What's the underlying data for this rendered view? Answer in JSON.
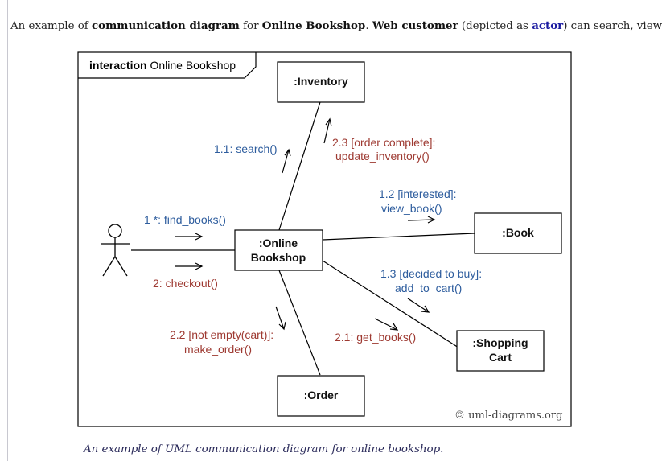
{
  "intro": {
    "t1": "An example of ",
    "b1": "communication diagram",
    "t2": " for ",
    "b2": "Online Bookshop",
    "t3": ". ",
    "b3": "Web customer",
    "t4": " (depicted as ",
    "link": "actor",
    "t5": ") can search, view and b"
  },
  "frame": {
    "keyword": "interaction",
    "name": "Online Bookshop"
  },
  "objects": {
    "inventory": ":Inventory",
    "bookshop_l1": ":Online",
    "bookshop_l2": "Bookshop",
    "book": ":Book",
    "cart_l1": ":Shopping",
    "cart_l2": "Cart",
    "order": ":Order"
  },
  "messages": {
    "find_books": "1 *: find_books()",
    "checkout": "2: checkout()",
    "search": "1.1: search()",
    "update_l1": "2.3 [order complete]:",
    "update_l2": "update_inventory()",
    "view_l1": "1.2 [interested]:",
    "view_l2": "view_book()",
    "add_l1": "1.3 [decided to buy]:",
    "add_l2": "add_to_cart()",
    "get_books": "2.1: get_books()",
    "make_l1": "2.2 [not empty(cart)]:",
    "make_l2": "make_order()"
  },
  "watermark": "© uml-diagrams.org",
  "caption": "An example of UML communication diagram for online bookshop.",
  "colors": {
    "blue": "#2e5d9e",
    "red": "#9e3a32"
  }
}
